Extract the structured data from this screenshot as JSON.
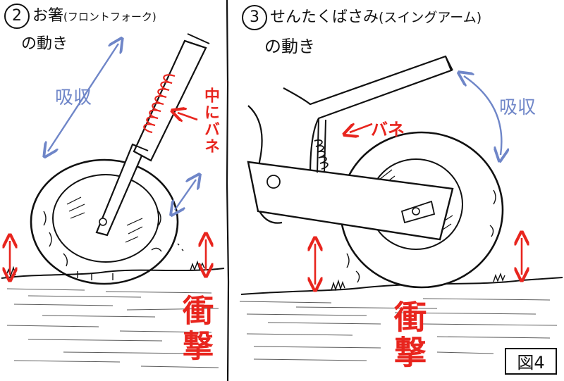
{
  "left_panel": {
    "number": "2",
    "title": "お箸",
    "subtitle": "(フロントフォーク)",
    "caption": "の動き",
    "absorb_label": "吸収",
    "spring_label": "中にバネ",
    "impact_label": "衝撃"
  },
  "right_panel": {
    "number": "3",
    "title": "せんたくばさみ",
    "subtitle": "(スイングアーム)",
    "caption": "の動き",
    "absorb_label": "吸収",
    "spring_label": "バネ",
    "impact_label": "衝撃"
  },
  "figure_label": "図4",
  "colors": {
    "ink": "#111111",
    "red": "#e8251e",
    "blue": "#6f86c8"
  }
}
